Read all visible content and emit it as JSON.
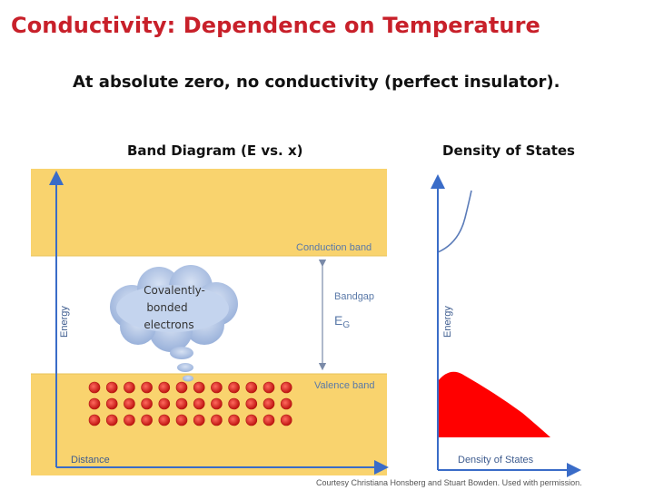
{
  "title": "Conductivity: Dependence on Temperature",
  "subtitle": "At absolute zero, no conductivity (perfect insulator).",
  "band_diagram": {
    "heading": "Band Diagram (E vs. x)",
    "y_axis_label": "Energy",
    "x_axis_label": "Distance",
    "conduction_band_label": "Conduction band",
    "valence_band_label": "Valence band",
    "bandgap_label": "Bandgap",
    "eg_main": "E",
    "eg_sub": "G",
    "bubble_lines": [
      "Covalently-",
      "bonded",
      "electrons"
    ],
    "electron_rows": 3,
    "electrons_per_row": 12
  },
  "density_of_states": {
    "heading": "Density of States",
    "y_axis_label": "Energy",
    "x_axis_label": "Density of States"
  },
  "credit": "Courtesy Christiana Honsberg and Stuart Bowden. Used with permission.",
  "colors": {
    "title": "#c8202a",
    "band_fill": "#f9d36e",
    "axis": "#3a6cc8",
    "electron": "#d9231d",
    "filled_states": "#ff0000",
    "cloud": "#8fa9d6"
  }
}
